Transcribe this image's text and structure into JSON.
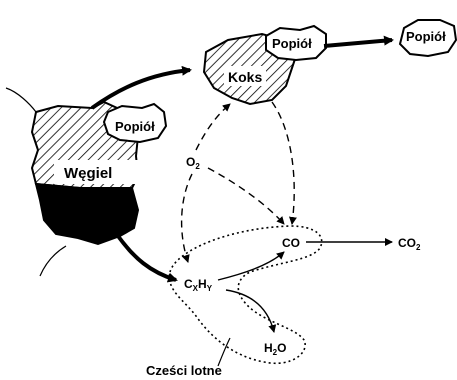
{
  "labels": {
    "ash_on_coal": "Popiół",
    "coal": "Węgiel",
    "coke": "Koks",
    "ash_on_coke": "Popiół",
    "ash_final": "Popiół",
    "oxygen": "O",
    "oxygen_sub": "2",
    "co": "CO",
    "co2": "CO",
    "co2_sub": "2",
    "hydrocarbon": "C",
    "hydrocarbon_x": "X",
    "hydrocarbon_h": "H",
    "hydrocarbon_y": "Y",
    "water_h": "H",
    "water_sub": "2",
    "water_o": "O",
    "volatiles": "Cześci lotne"
  },
  "colors": {
    "ink": "#000000",
    "paper": "#ffffff"
  }
}
